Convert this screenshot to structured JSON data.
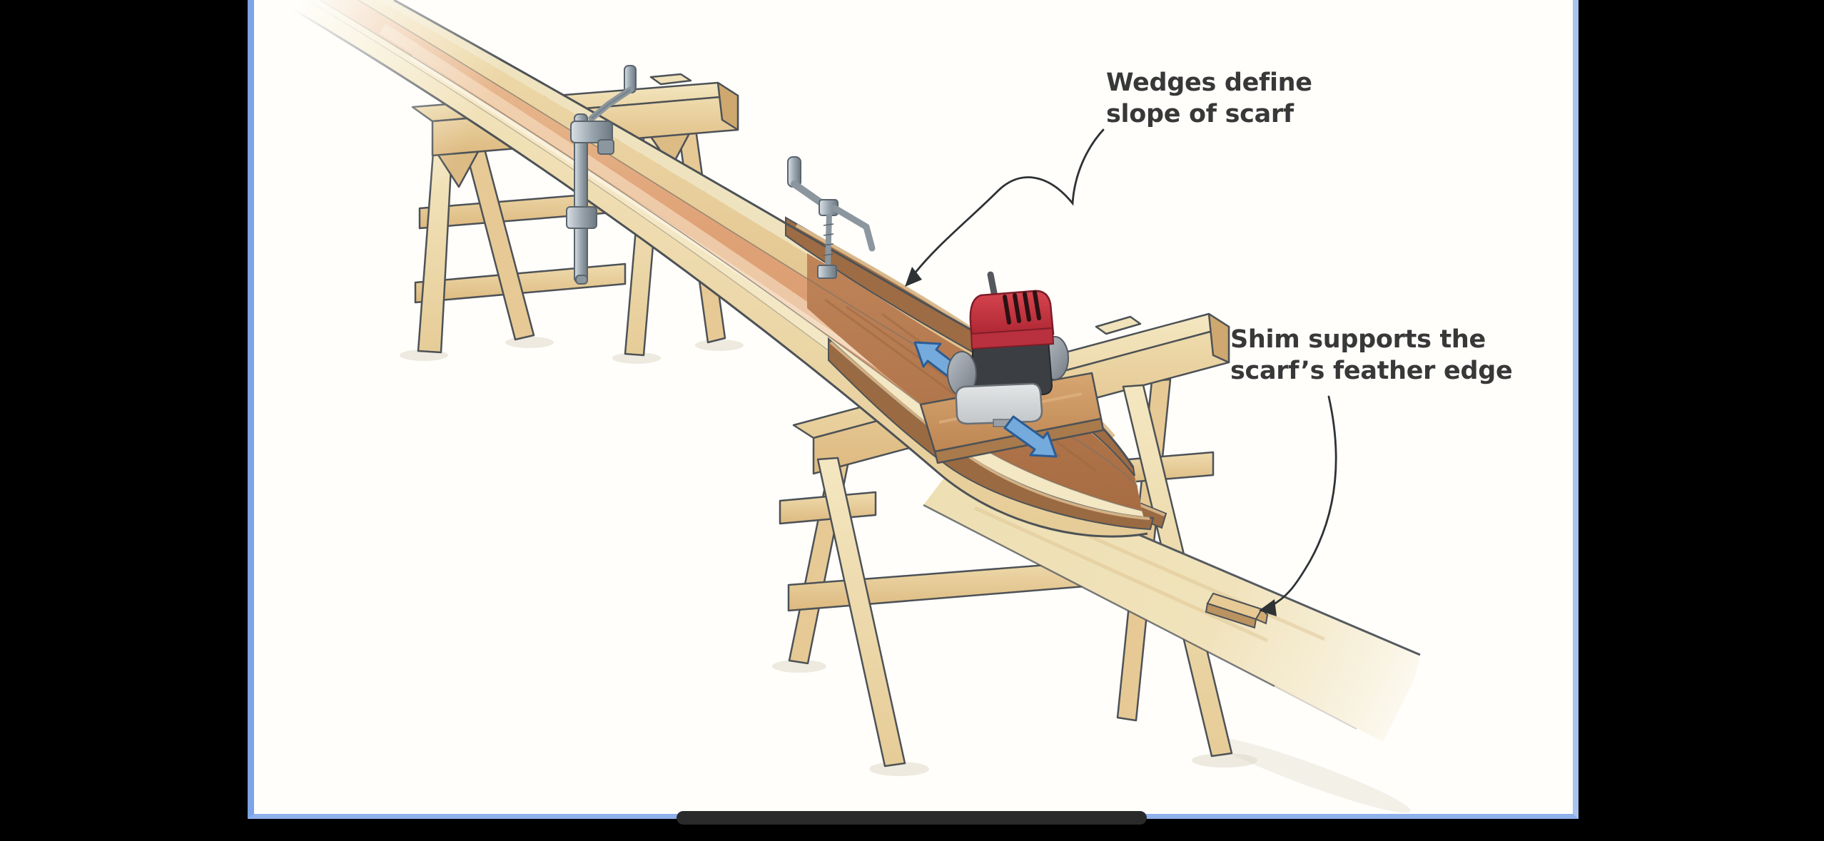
{
  "viewer": {
    "background": "#000000",
    "paper": "#fffefb",
    "border_left_color": "#7da4e8",
    "border_right_color": "#aac2ee",
    "border_bottom_color": "#8fb0ea",
    "home_bar_color": "#2a2a2b"
  },
  "illustration": {
    "annotations": [
      {
        "id": "wedges",
        "lines": [
          "Wedges define",
          "slope of scarf"
        ]
      },
      {
        "id": "shim",
        "lines": [
          "Shim supports the",
          "scarf’s feather edge"
        ]
      }
    ],
    "palette": {
      "ink_outline": "#4d5256",
      "label_ink": "#383838",
      "leader_ink": "#2f3234",
      "wood_pale": "#f2e5c0",
      "wood_light": "#ecd7a4",
      "wood_tan": "#e2c28c",
      "wood_dark": "#c89a62",
      "plank_salmon": "#dfa276",
      "scarf_brown": "#b5794e",
      "rail_brown": "#9a6a42",
      "sled_brown": "#c9935f",
      "router_red": "#c5303c",
      "router_body": "#3b3e43",
      "router_gray": "#8d939b",
      "router_base": "#d7d9da",
      "clamp_steel": "#9aa6af",
      "arrow_blue_fill": "#74abdc",
      "arrow_blue_stroke": "#2c5c94"
    }
  }
}
